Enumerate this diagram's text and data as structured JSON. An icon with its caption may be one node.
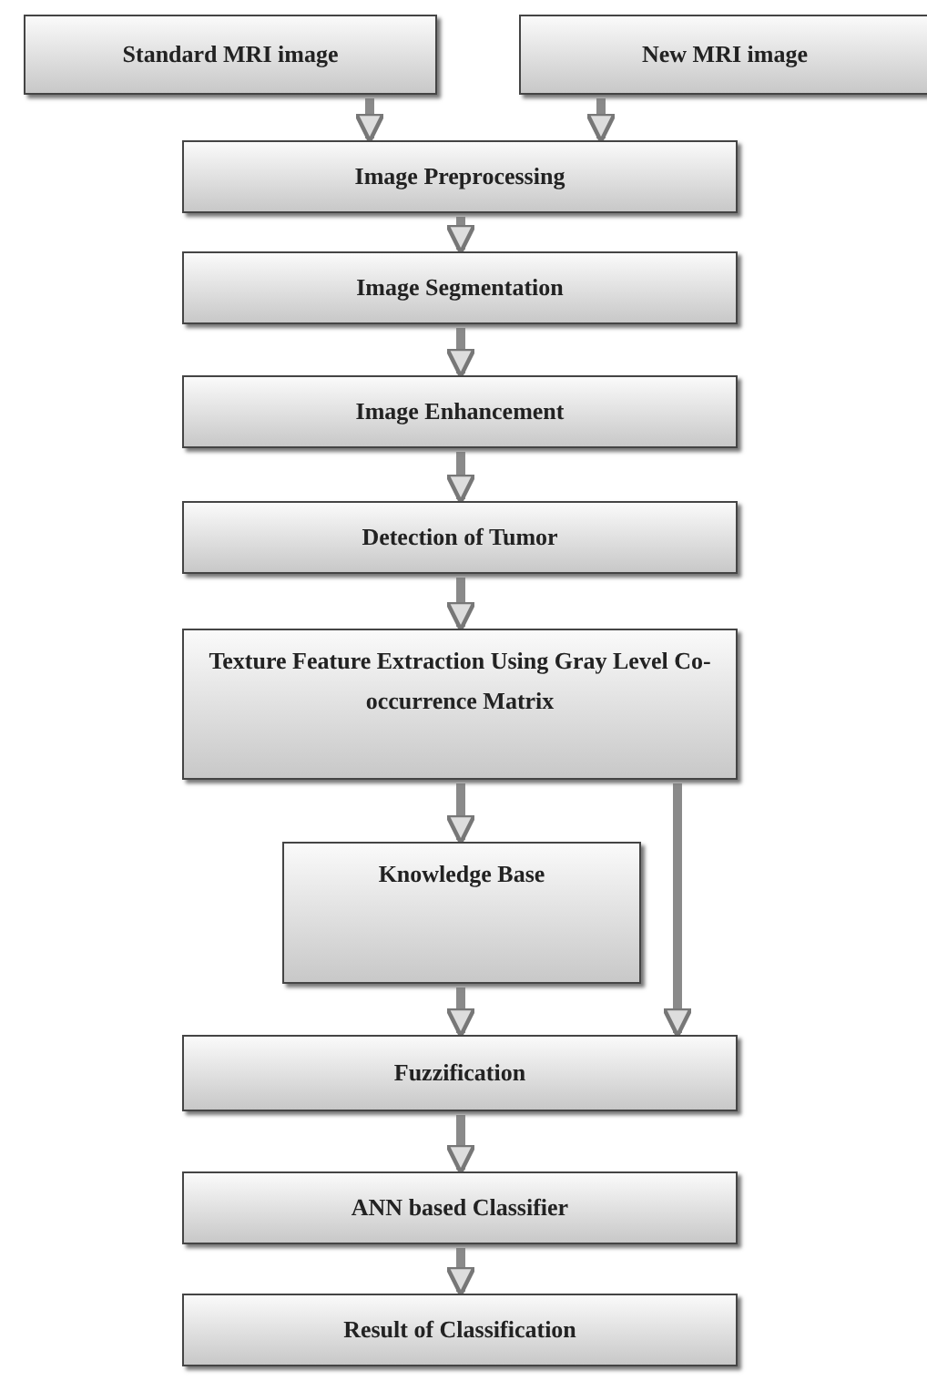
{
  "diagram": {
    "nodes": [
      {
        "text": [
          "Standard MRI image"
        ]
      },
      {
        "text": [
          "New MRI image"
        ]
      },
      {
        "text": [
          "Image Preprocessing"
        ]
      },
      {
        "text": [
          "Image Segmentation"
        ]
      },
      {
        "text": [
          "Image Enhancement"
        ]
      },
      {
        "text": [
          "Detection of Tumor"
        ]
      },
      {
        "text": [
          "Texture Feature Extraction Using Gray Level Co-occurrence Matrix"
        ]
      },
      {
        "text": [
          "Knowledge Base"
        ]
      },
      {
        "text": [
          "Fuzzification"
        ]
      },
      {
        "text": [
          "ANN based Classifier"
        ]
      },
      {
        "text": [
          "Result of Classification"
        ]
      }
    ],
    "edges": [
      {
        "from": 0,
        "to": 2,
        "arrow": "to"
      },
      {
        "from": 1,
        "to": 2,
        "arrow": "to"
      },
      {
        "from": 2,
        "to": 3,
        "arrow": "to"
      },
      {
        "from": 3,
        "to": 4,
        "arrow": "to"
      },
      {
        "from": 4,
        "to": 5,
        "arrow": "to"
      },
      {
        "from": 5,
        "to": 6,
        "arrow": "to"
      },
      {
        "from": 6,
        "to": 7,
        "arrow": "to"
      },
      {
        "from": 6,
        "to": 8,
        "arrow": "to"
      },
      {
        "from": 7,
        "to": 8,
        "arrow": "to"
      },
      {
        "from": 8,
        "to": 9,
        "arrow": "to"
      },
      {
        "from": 9,
        "to": 10,
        "arrow": "to"
      }
    ]
  }
}
